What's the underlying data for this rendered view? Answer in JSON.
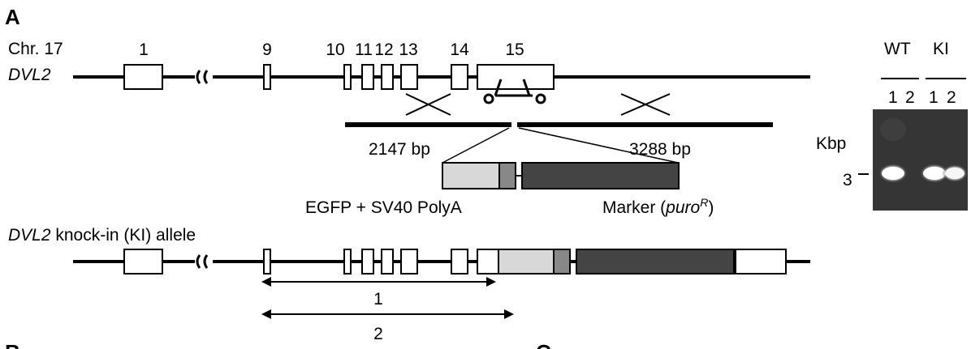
{
  "panel_labels": {
    "a": "A",
    "b": "B",
    "c": "C"
  },
  "chromosome": "Chr. 17",
  "gene": "DVL2",
  "exons": {
    "e1": "1",
    "e9": "9",
    "e10": "10",
    "e11": "11",
    "e12": "12",
    "e13": "13",
    "e14": "14",
    "e15": "15"
  },
  "arms": {
    "left": "2147 bp",
    "right": "3288 bp"
  },
  "cassette": {
    "egfp": "EGFP + SV40 PolyA",
    "marker_prefix": "Marker (",
    "marker_italic": "puro",
    "marker_sup": "R",
    "marker_suffix": ")"
  },
  "ki_allele": {
    "gene": "DVL2",
    "rest": " knock-in (KI) allele"
  },
  "pcr": {
    "product1": "1",
    "product2": "2"
  },
  "gel": {
    "wt": "WT",
    "ki": "KI",
    "lane1": "1",
    "lane2": "2",
    "lane3": "1",
    "lane4": "2",
    "unit": "Kbp",
    "marker": "3"
  },
  "colors": {
    "egfp": "#d8d8d8",
    "polya": "#888888",
    "marker": "#444444",
    "gel_bg": "#3a3a3a"
  }
}
